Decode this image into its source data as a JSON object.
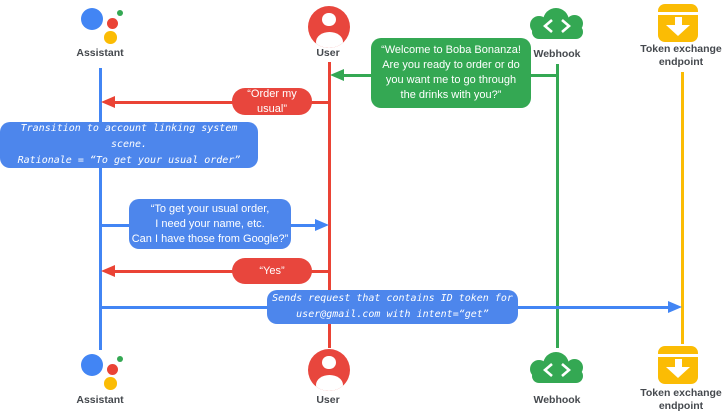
{
  "diagram": {
    "actors": {
      "assistant": {
        "label": "Assistant",
        "icon": "google-assistant-icon"
      },
      "user": {
        "label": "User",
        "icon": "person-icon"
      },
      "webhook": {
        "label": "Webhook",
        "icon": "cloud-code-icon"
      },
      "token": {
        "label": "Token exchange endpoint",
        "icon": "download-box-icon"
      }
    },
    "messages": {
      "welcome": "“Welcome to Boba Bonanza!\nAre you ready to order or do\nyou want me to go through\nthe drinks with you?”",
      "order": "“Order my usual”",
      "transition": "Transition to account linking system scene.\nRationale = “To get your usual order”",
      "usual": "“To get your usual order,\nI need your name, etc.\nCan I have those from Google?”",
      "yes": "“Yes”",
      "sends": "Sends request that contains ID token for\nuser@gmail.com with intent=“get”"
    },
    "colors": {
      "blue": "#4285F4",
      "red": "#EA4335",
      "green": "#34A853",
      "yellow": "#FBBC04",
      "box_blue": "#4D86EC",
      "box_red": "#E8463D",
      "label_gray": "#45494e"
    }
  }
}
